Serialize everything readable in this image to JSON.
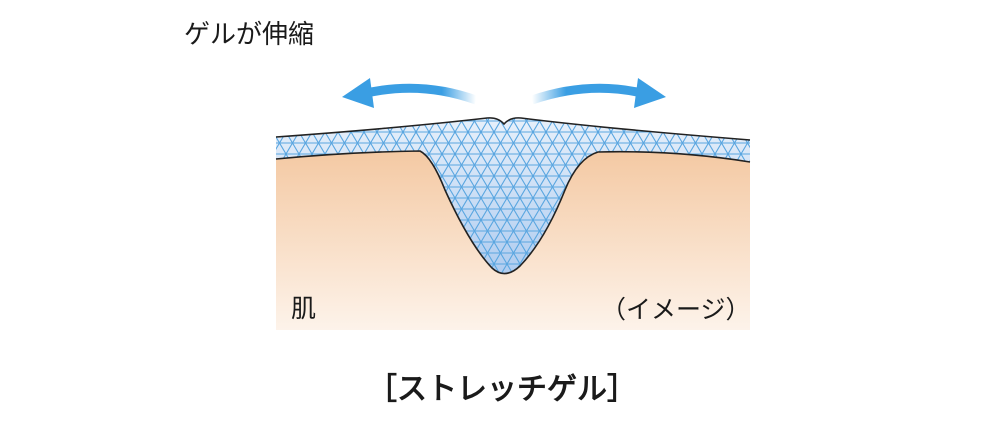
{
  "heading": "ゲルが伸縮",
  "skin_label": "肌",
  "image_note": "（イメージ）",
  "caption": "［ストレッチゲル］",
  "colors": {
    "skin_top": "#f4c9a3",
    "skin_bottom": "#fdf3ea",
    "gel_light": "#eaf2fb",
    "gel_dark": "#a9c8ee",
    "mesh": "#5aa6e0",
    "arrow": "#3a9ee3",
    "outline": "#222222"
  },
  "icons": [
    "stretch-left-arrow-icon",
    "stretch-right-arrow-icon"
  ]
}
